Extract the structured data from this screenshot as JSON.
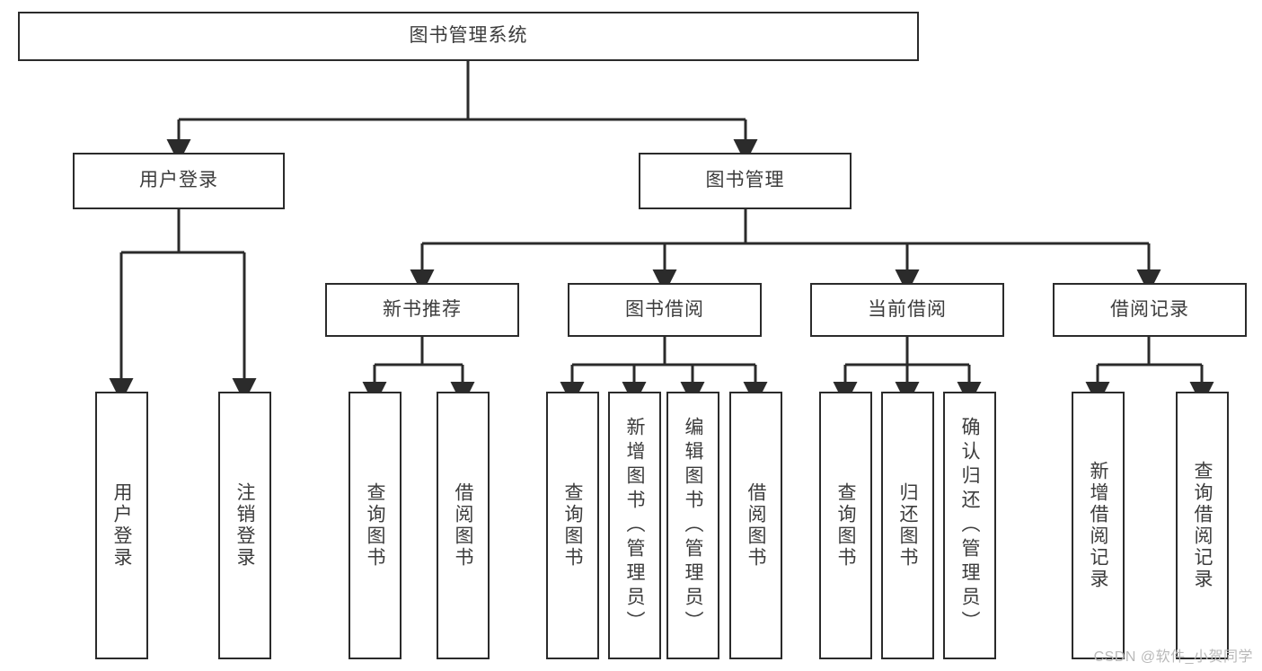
{
  "diagram": {
    "title": "图书管理系统",
    "type": "tree-hierarchy",
    "colors": {
      "node_border": "#2b2b2b",
      "node_fill": "#ffffff",
      "text": "#3c3c3c",
      "edge": "#2b2b2b",
      "watermark": "#b9b9b9",
      "background": "#ffffff"
    }
  },
  "watermark": {
    "text": "CSDN @软件_小贺同学"
  },
  "nodes": {
    "root": {
      "label": "图书管理系统"
    },
    "level2": [
      {
        "id": "user-login",
        "label": "用户登录"
      },
      {
        "id": "book-management",
        "label": "图书管理"
      }
    ],
    "level3": [
      {
        "id": "new-book-recommend",
        "label": "新书推荐"
      },
      {
        "id": "book-borrow",
        "label": "图书借阅"
      },
      {
        "id": "current-borrow",
        "label": "当前借阅"
      },
      {
        "id": "borrow-record",
        "label": "借阅记录"
      }
    ],
    "leaves": {
      "user-login": [
        {
          "id": "leaf-user-login",
          "label": "用户登录"
        },
        {
          "id": "leaf-logout-login",
          "label": "注销登录"
        }
      ],
      "new-book-recommend": [
        {
          "id": "leaf-query-book-1",
          "label": "查询图书"
        },
        {
          "id": "leaf-borrow-book-1",
          "label": "借阅图书"
        }
      ],
      "book-borrow": [
        {
          "id": "leaf-query-book-2",
          "label": "查询图书"
        },
        {
          "id": "leaf-add-book-admin",
          "label": "新增图书（管理员）"
        },
        {
          "id": "leaf-edit-book-admin",
          "label": "编辑图书（管理员）"
        },
        {
          "id": "leaf-borrow-book-2",
          "label": "借阅图书"
        }
      ],
      "current-borrow": [
        {
          "id": "leaf-query-book-3",
          "label": "查询图书"
        },
        {
          "id": "leaf-return-book",
          "label": "归还图书"
        },
        {
          "id": "leaf-confirm-return-admin",
          "label": "确认归还（管理员）"
        }
      ],
      "borrow-record": [
        {
          "id": "leaf-add-borrow-record",
          "label": "新增借阅记录"
        },
        {
          "id": "leaf-query-borrow-record",
          "label": "查询借阅记录"
        }
      ]
    }
  }
}
